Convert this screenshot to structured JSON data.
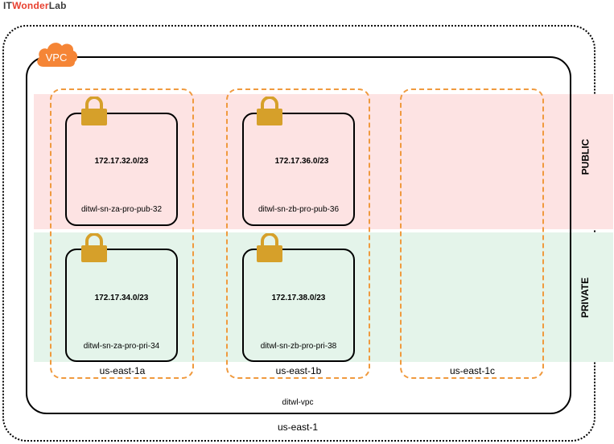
{
  "brand": {
    "it": "IT",
    "wonder": "Wonder",
    "lab": "Lab"
  },
  "colors": {
    "public_band": "#fde3e3",
    "private_band": "#e4f4ea",
    "az_border": "#f09a3e",
    "lock": "#d6a02a",
    "vpc_cloud": "#f58536"
  },
  "region": {
    "label": "us-east-1"
  },
  "vpc": {
    "badge": "VPC",
    "name": "ditwl-vpc"
  },
  "tiers": {
    "public": "PUBLIC",
    "private": "PRIVATE"
  },
  "zones": [
    {
      "label": "us-east-1a"
    },
    {
      "label": "us-east-1b"
    },
    {
      "label": "us-east-1c"
    }
  ],
  "subnets": {
    "za_pub": {
      "cidr": "172.17.32.0/23",
      "name": "ditwl-sn-za-pro-pub-32"
    },
    "zb_pub": {
      "cidr": "172.17.36.0/23",
      "name": "ditwl-sn-zb-pro-pub-36"
    },
    "za_pri": {
      "cidr": "172.17.34.0/23",
      "name": "ditwl-sn-za-pro-pri-34"
    },
    "zb_pri": {
      "cidr": "172.17.38.0/23",
      "name": "ditwl-sn-zb-pro-pri-38"
    }
  }
}
